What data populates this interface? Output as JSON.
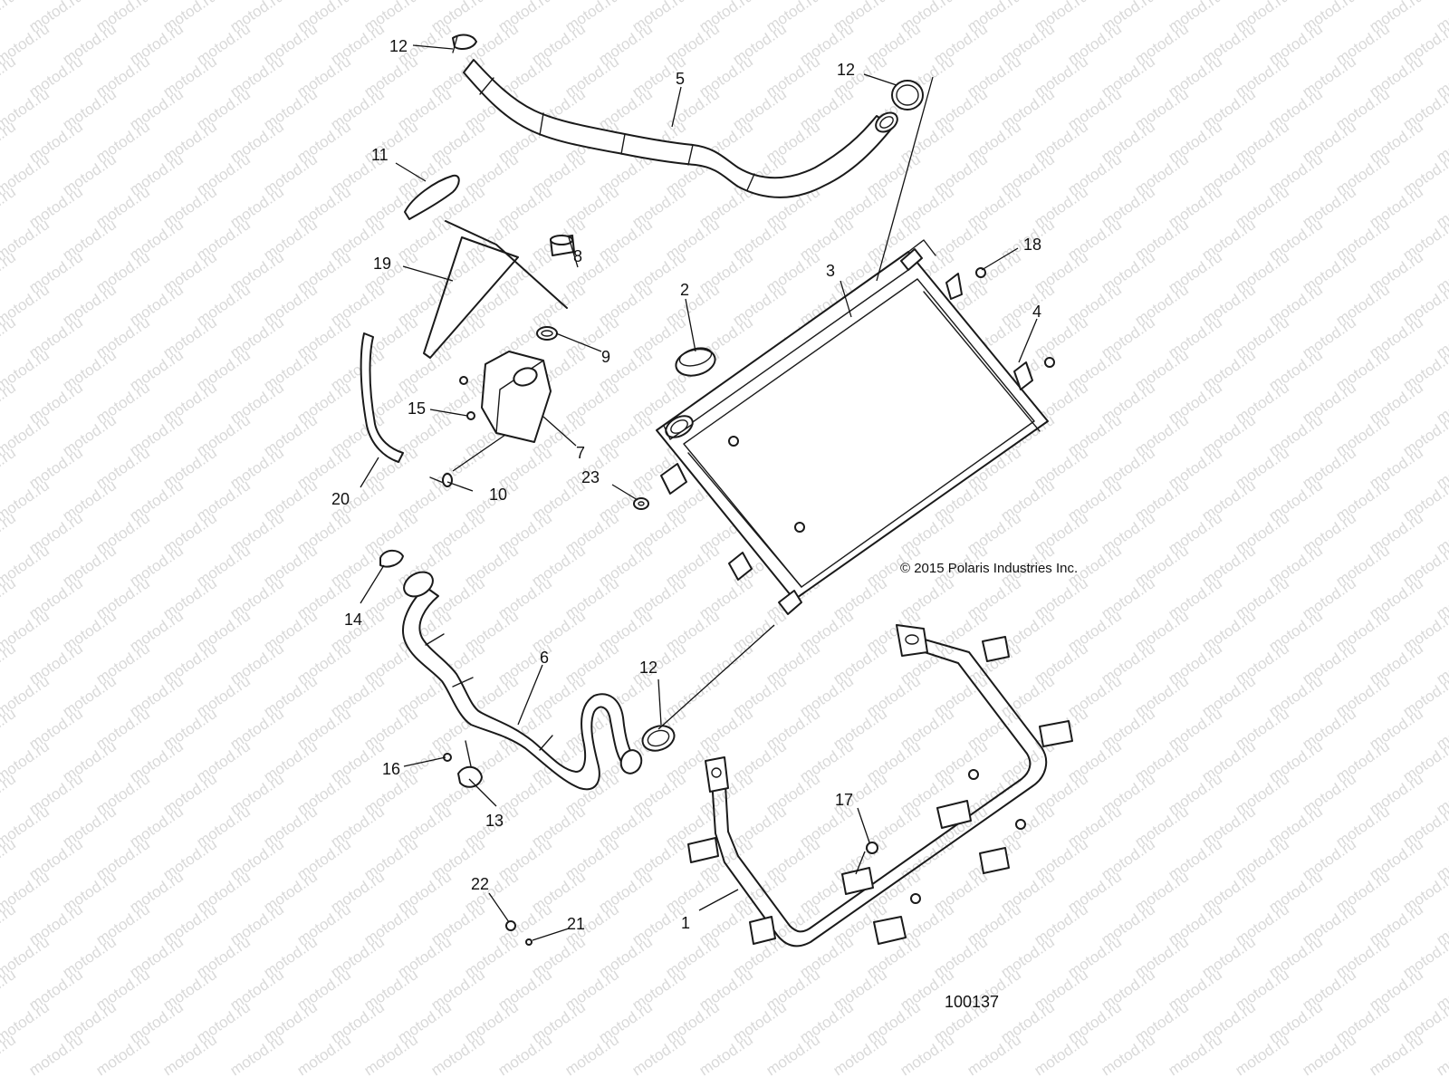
{
  "diagram": {
    "watermark_text": "motod.ru",
    "copyright": "© 2015 Polaris Industries Inc.",
    "figure_number": "100137",
    "callouts": [
      {
        "id": "c-12a",
        "label": "12"
      },
      {
        "id": "c-5",
        "label": "5"
      },
      {
        "id": "c-12b",
        "label": "12"
      },
      {
        "id": "c-11",
        "label": "11"
      },
      {
        "id": "c-19",
        "label": "19"
      },
      {
        "id": "c-8",
        "label": "8"
      },
      {
        "id": "c-2",
        "label": "2"
      },
      {
        "id": "c-3",
        "label": "3"
      },
      {
        "id": "c-18",
        "label": "18"
      },
      {
        "id": "c-4",
        "label": "4"
      },
      {
        "id": "c-9",
        "label": "9"
      },
      {
        "id": "c-15",
        "label": "15"
      },
      {
        "id": "c-7",
        "label": "7"
      },
      {
        "id": "c-20",
        "label": "20"
      },
      {
        "id": "c-10",
        "label": "10"
      },
      {
        "id": "c-23",
        "label": "23"
      },
      {
        "id": "c-14",
        "label": "14"
      },
      {
        "id": "c-6",
        "label": "6"
      },
      {
        "id": "c-12c",
        "label": "12"
      },
      {
        "id": "c-16",
        "label": "16"
      },
      {
        "id": "c-13",
        "label": "13"
      },
      {
        "id": "c-17",
        "label": "17"
      },
      {
        "id": "c-22",
        "label": "22"
      },
      {
        "id": "c-21",
        "label": "21"
      },
      {
        "id": "c-1",
        "label": "1"
      }
    ]
  }
}
